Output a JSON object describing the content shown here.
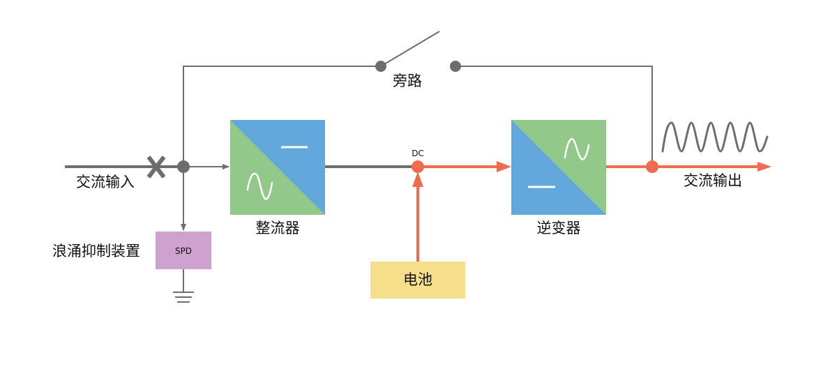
{
  "labels": {
    "ac_input": "交流输入",
    "ac_output": "交流输出",
    "bypass": "旁路",
    "rectifier": "整流器",
    "inverter": "逆变器",
    "dc": "DC",
    "battery": "电池",
    "surge_suppressor": "浪涌抑制装置",
    "spd": "SPD"
  },
  "colors": {
    "ac_line": "#6d6d6d",
    "dc_line": "#ef6c4f",
    "block_green": "#92c98b",
    "block_blue": "#63a8dc",
    "battery_fill": "#f6df8a",
    "spd_fill": "#cfa1cf"
  },
  "icons": {
    "input_break": "x-cross-icon",
    "ground": "ground-icon",
    "ac_wave": "sine-wave-icon",
    "dc_symbol": "dc-bar-icon"
  }
}
